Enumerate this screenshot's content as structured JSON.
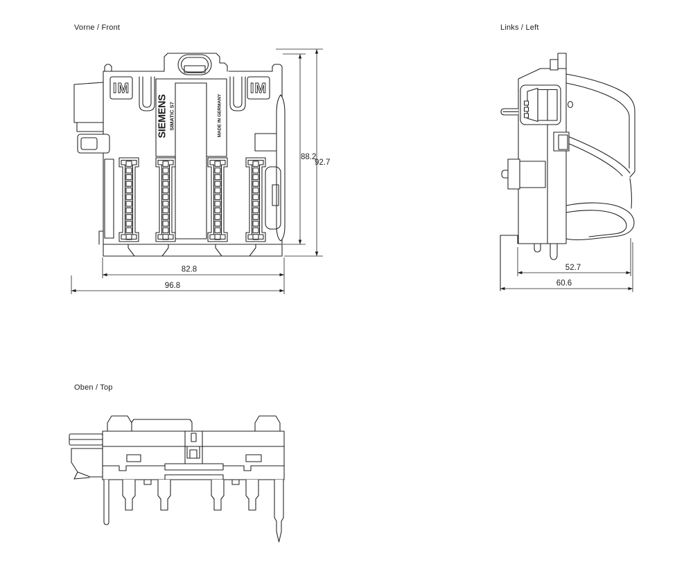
{
  "drawing": {
    "line_color": "#1c1c1c",
    "background": "#ffffff",
    "front": {
      "label": "Vorne / Front",
      "markings": {
        "module_left": "IM",
        "module_right": "IM",
        "brand": "SIEMENS",
        "product": "SIMATIC S7",
        "origin": "MADE IN GERMANY"
      },
      "dims": {
        "inner_height": "88.2",
        "outer_height": "92.7",
        "inner_width": "82.8",
        "outer_width": "96.8"
      }
    },
    "left": {
      "label": "Links / Left",
      "dims": {
        "inner_depth": "52.7",
        "outer_depth": "60.6"
      }
    },
    "top": {
      "label": "Oben / Top"
    }
  }
}
